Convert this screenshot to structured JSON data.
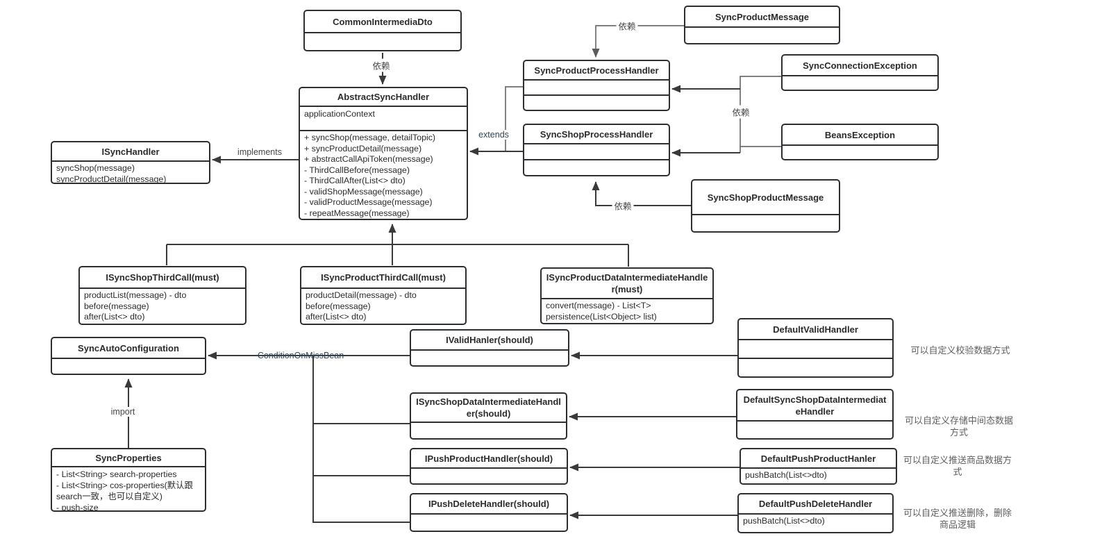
{
  "classes": {
    "common_intermedia_dto": {
      "title": "CommonIntermediaDto"
    },
    "abstract_sync_handler": {
      "title": "AbstractSyncHandler",
      "attributes": [
        "applicationContext"
      ],
      "methods": [
        "+ syncShop(message, detailTopic)",
        "+ syncProductDetail(message)",
        "+ abstractCallApiToken(message)",
        "- ThirdCallBefore(message)",
        "- ThirdCallAfter(List<> dto)",
        "- validShopMessage(message)",
        "- validProductMessage(message)",
        "- repeatMessage(message)"
      ]
    },
    "sync_product_message": {
      "title": "SyncProductMessage"
    },
    "sync_product_process_handler": {
      "title": "SyncProductProcessHandler"
    },
    "sync_connection_exception": {
      "title": "SyncConnectionException"
    },
    "sync_shop_process_handler": {
      "title": "SyncShopProcessHandler"
    },
    "beans_exception": {
      "title": "BeansException"
    },
    "sync_shop_product_message": {
      "title": "SyncShopProductMessage"
    },
    "i_sync_handler": {
      "title": "ISyncHandler",
      "methods": [
        "syncShop(message)",
        "syncProductDetail(message)"
      ]
    },
    "i_sync_shop_third_call": {
      "title": "ISyncShopThirdCall(must)",
      "methods": [
        "productList(message) - dto",
        "before(message)",
        "after(List<> dto)"
      ]
    },
    "i_sync_product_third_call": {
      "title": "ISyncProductThirdCall(must)",
      "methods": [
        "productDetail(message) - dto",
        "before(message)",
        "after(List<> dto)"
      ]
    },
    "i_sync_product_data_intermediate_handler": {
      "title": "ISyncProductDataIntermediateHandler(must)",
      "methods": [
        "convert(message) - List<T>",
        "persistence(List<Object> list)"
      ]
    },
    "default_valid_handler": {
      "title": "DefaultValidHandler"
    },
    "sync_auto_configuration": {
      "title": "SyncAutoConfiguration"
    },
    "i_valid_hanler": {
      "title": "IValidHanler(should)"
    },
    "i_sync_shop_data_intermediate_handler": {
      "title": "ISyncShopDataIntermediateHandler(should)"
    },
    "default_sync_shop_data_intermediate_handler": {
      "title": "DefaultSyncShopDataIntermediateHandler"
    },
    "sync_properties": {
      "title": "SyncProperties",
      "attributes": [
        "- List<String> search-properties",
        "- List<String> cos-properties(默认跟search一致，也可以自定义)",
        "- push-size"
      ]
    },
    "i_push_product_handler": {
      "title": "IPushProductHandler(should)"
    },
    "default_push_product_hanler": {
      "title": "DefaultPushProductHanler",
      "methods": [
        "pushBatch(List<>dto)"
      ]
    },
    "i_push_delete_handler": {
      "title": "IPushDeleteHandler(should)"
    },
    "default_push_delete_handler": {
      "title": "DefaultPushDeleteHandler",
      "methods": [
        "pushBatch(List<>dto)"
      ]
    }
  },
  "edge_labels": {
    "depends_top": "依赖",
    "depends_product_message": "依赖",
    "depends_exceptions": "依赖",
    "depends_shop_message": "依赖",
    "implements": "implements",
    "extends": "extends",
    "condition_on_miss_bean": "ConditionOnMissBean",
    "import": "import"
  },
  "annotations": {
    "valid": "可以自定义校验数据方式",
    "intermediate": "可以自定义存储中间态数据方式",
    "push_product": "可以自定义推送商品数据方式",
    "push_delete": "可以自定义推送删除，删除商品逻辑"
  },
  "colors": {
    "box_border": "#2b2f33",
    "edge_dark": "#3a3a3a",
    "edge_gray": "#6d6d6d",
    "note_text": "#5f5f5f",
    "keyword_label": "#2f4358"
  }
}
